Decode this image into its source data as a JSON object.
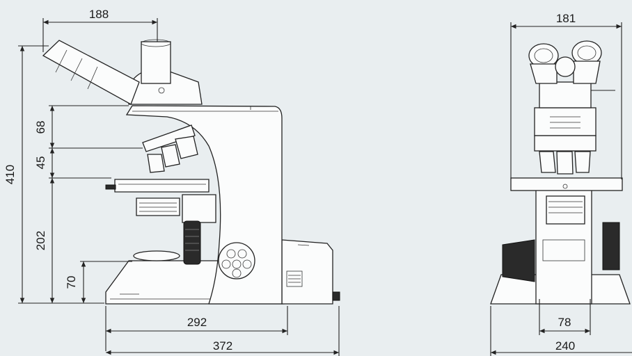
{
  "colors": {
    "background": "#e9eef0",
    "line": "#222222",
    "body": "#fbfcfc"
  },
  "dimensions": {
    "side_view": {
      "eyepiece_width": "188",
      "total_height": "410",
      "head_height": "68",
      "nosepiece_height": "45",
      "stage_height": "202",
      "base_height": "70",
      "base_depth": "292",
      "overall_depth": "372"
    },
    "front_view": {
      "head_width": "181",
      "column_width": "78",
      "base_width": "240"
    }
  }
}
